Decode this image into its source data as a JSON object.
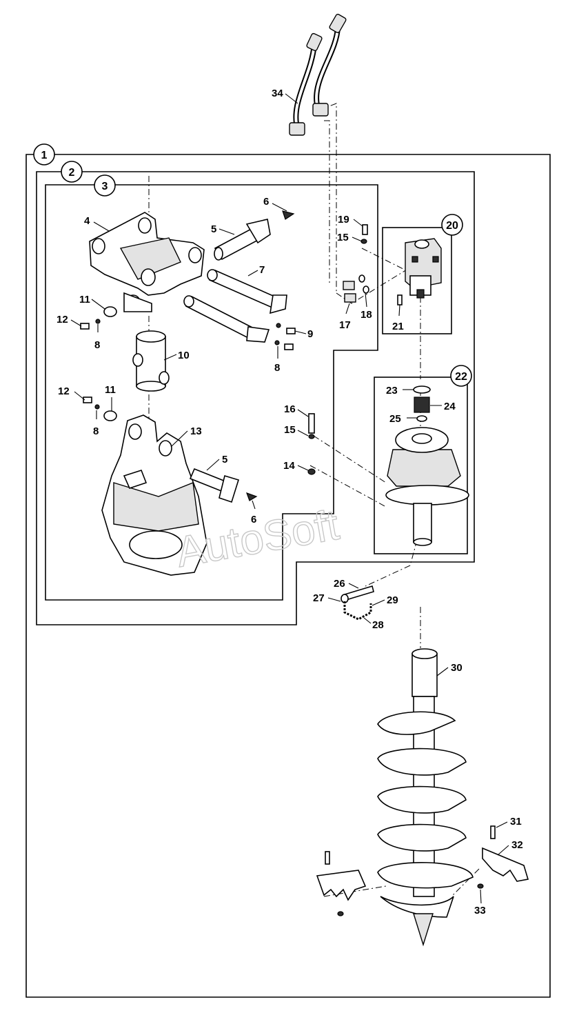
{
  "watermark": "AutoSoft",
  "assemblies": [
    {
      "id": "assy-1",
      "label": "1"
    },
    {
      "id": "assy-2",
      "label": "2"
    },
    {
      "id": "assy-3",
      "label": "3"
    },
    {
      "id": "assy-20",
      "label": "20"
    },
    {
      "id": "assy-22",
      "label": "22"
    }
  ],
  "callouts": [
    {
      "id": "c4",
      "label": "4"
    },
    {
      "id": "c5a",
      "label": "5"
    },
    {
      "id": "c6a",
      "label": "6"
    },
    {
      "id": "c7",
      "label": "7"
    },
    {
      "id": "c11a",
      "label": "11"
    },
    {
      "id": "c12a",
      "label": "12"
    },
    {
      "id": "c8a",
      "label": "8"
    },
    {
      "id": "c9",
      "label": "9"
    },
    {
      "id": "c8b",
      "label": "8"
    },
    {
      "id": "c10",
      "label": "10"
    },
    {
      "id": "c12b",
      "label": "12"
    },
    {
      "id": "c11b",
      "label": "11"
    },
    {
      "id": "c8c",
      "label": "8"
    },
    {
      "id": "c13",
      "label": "13"
    },
    {
      "id": "c5b",
      "label": "5"
    },
    {
      "id": "c6b",
      "label": "6"
    },
    {
      "id": "c34",
      "label": "34"
    },
    {
      "id": "c19",
      "label": "19"
    },
    {
      "id": "c15a",
      "label": "15"
    },
    {
      "id": "c17",
      "label": "17"
    },
    {
      "id": "c18",
      "label": "18"
    },
    {
      "id": "c21",
      "label": "21"
    },
    {
      "id": "c23",
      "label": "23"
    },
    {
      "id": "c24",
      "label": "24"
    },
    {
      "id": "c25",
      "label": "25"
    },
    {
      "id": "c16",
      "label": "16"
    },
    {
      "id": "c15b",
      "label": "15"
    },
    {
      "id": "c14",
      "label": "14"
    },
    {
      "id": "c26",
      "label": "26"
    },
    {
      "id": "c27",
      "label": "27"
    },
    {
      "id": "c29",
      "label": "29"
    },
    {
      "id": "c28",
      "label": "28"
    },
    {
      "id": "c30",
      "label": "30"
    },
    {
      "id": "c31",
      "label": "31"
    },
    {
      "id": "c32",
      "label": "32"
    },
    {
      "id": "c33",
      "label": "33"
    }
  ]
}
